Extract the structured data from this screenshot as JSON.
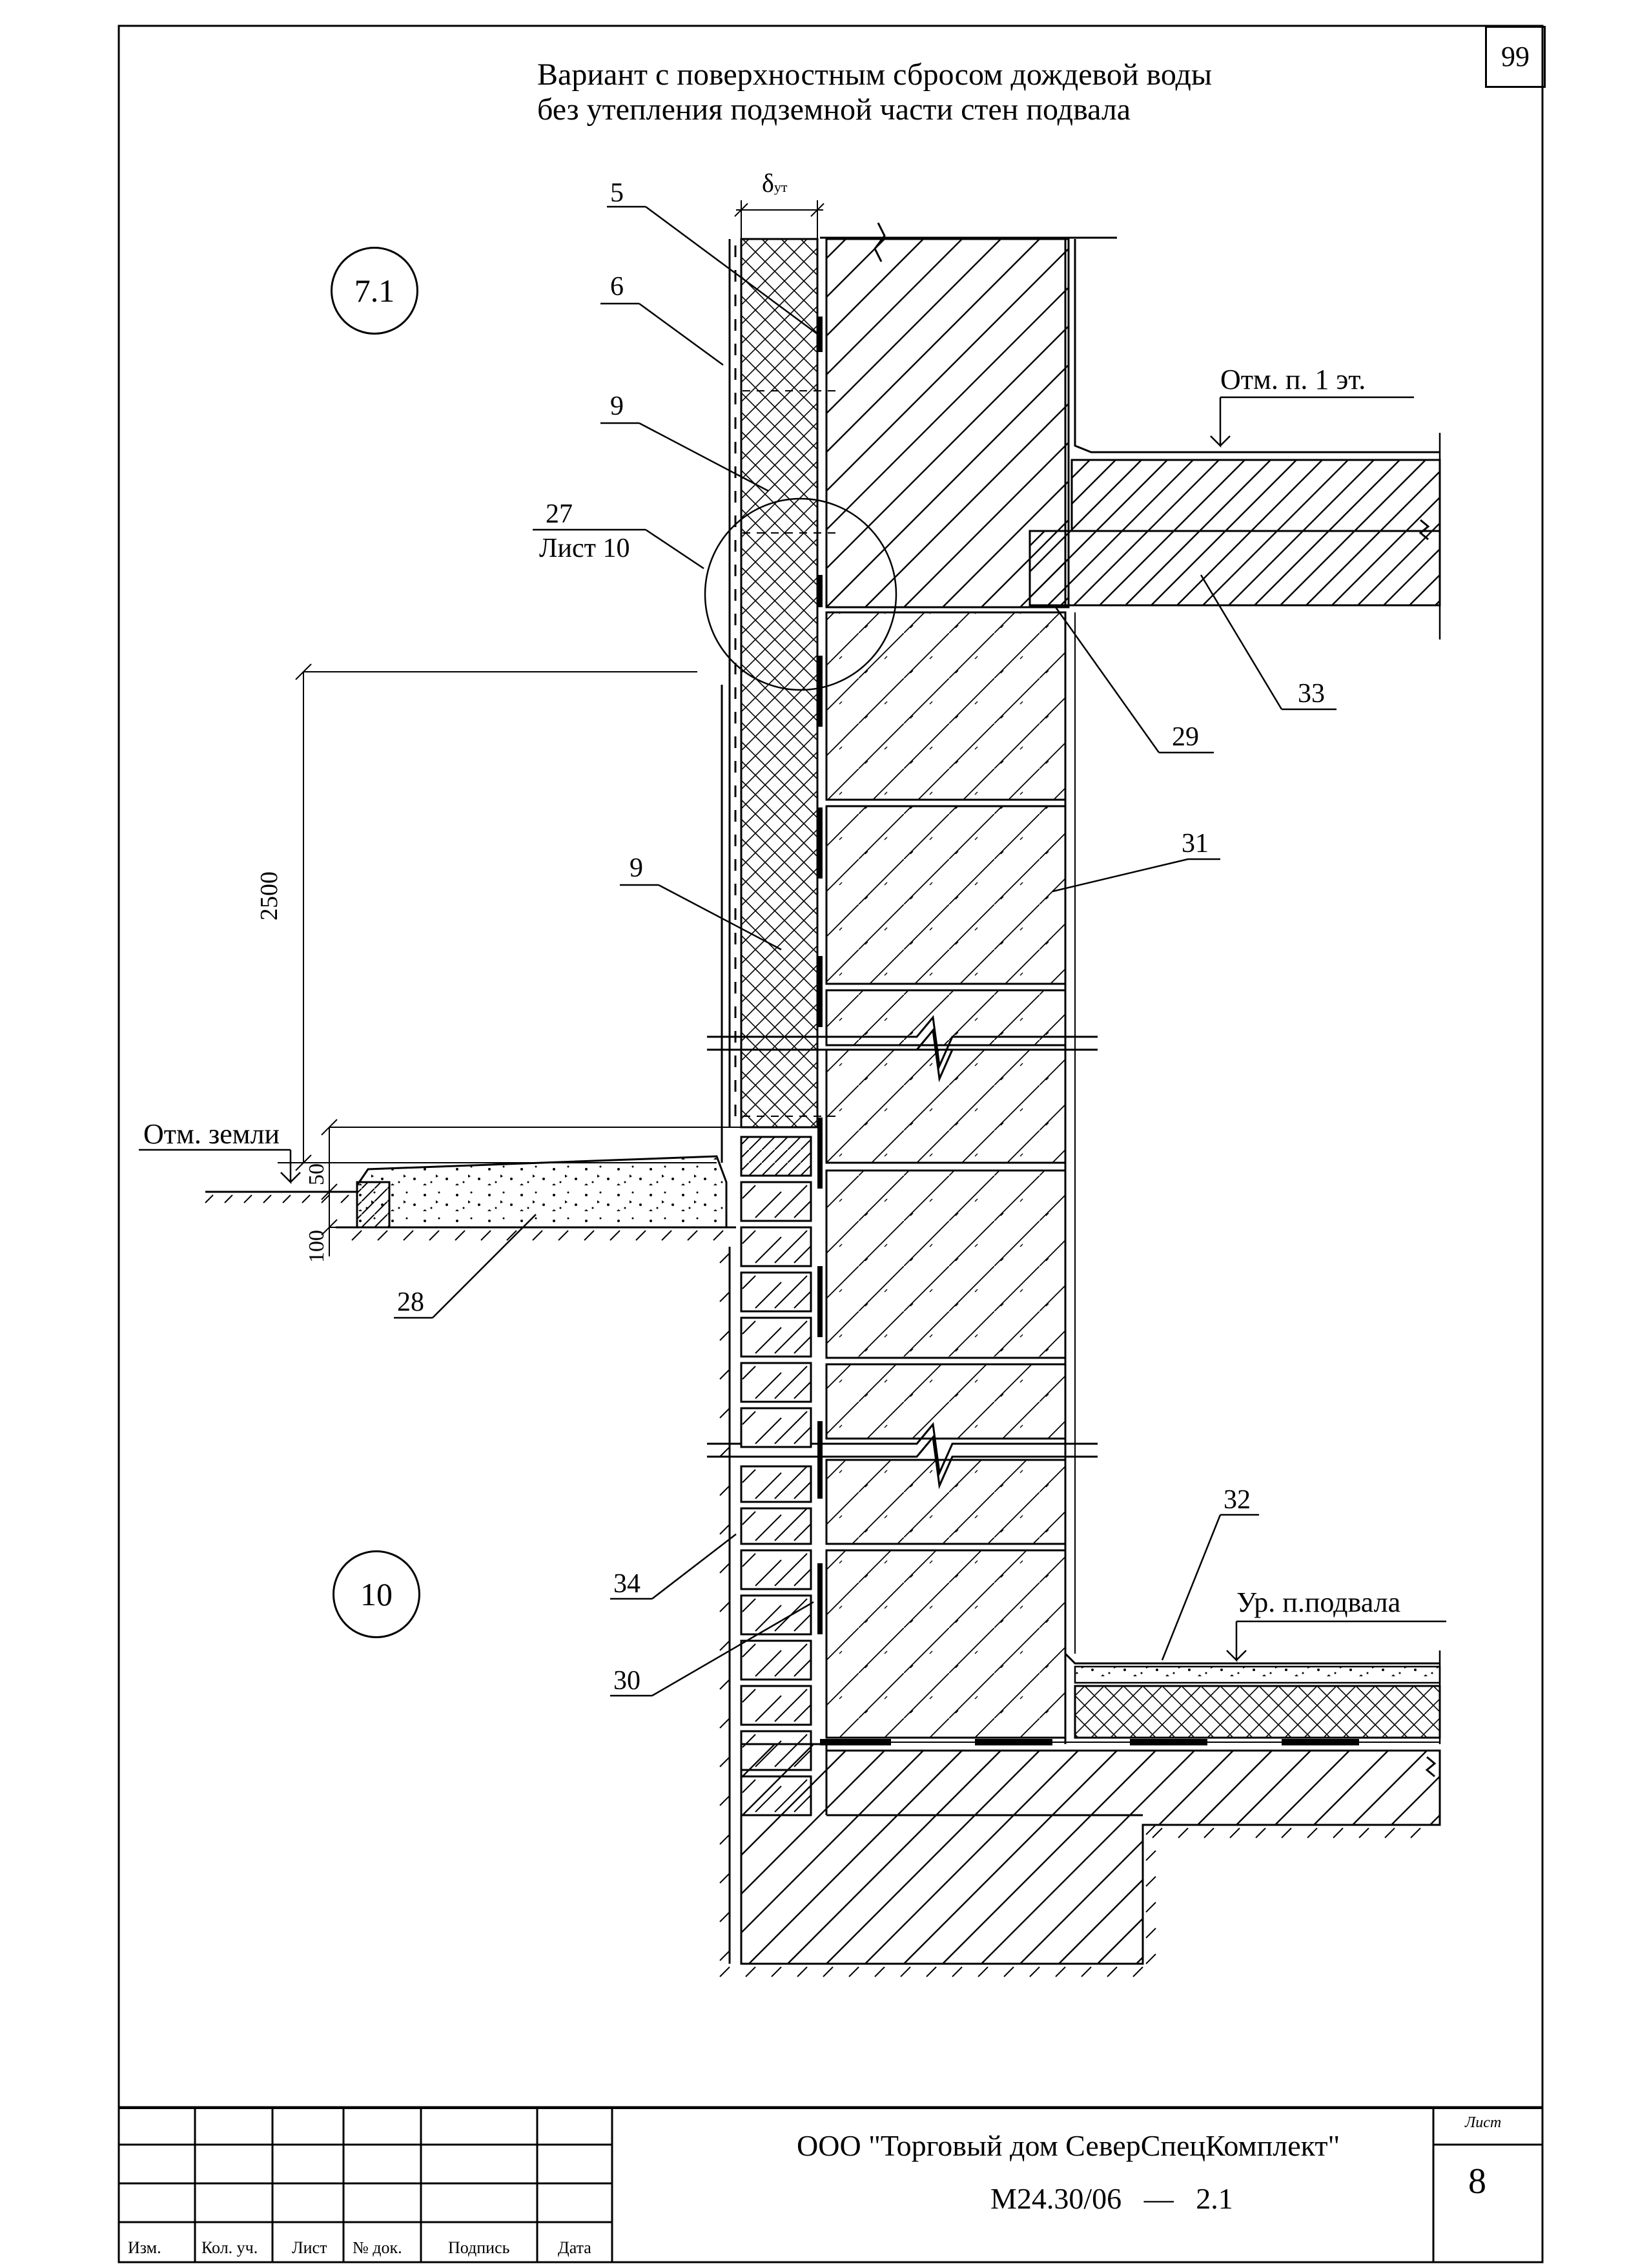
{
  "page_number": "99",
  "title": {
    "line1": "Вариант с поверхностным сбросом дождевой воды",
    "line2": "без утепления подземной части стен подвала"
  },
  "detail_markers": {
    "top": "7.1",
    "bottom": "10"
  },
  "callouts": {
    "c5": "5",
    "c6": "6",
    "c9a": "9",
    "c27": "27",
    "c27_ref": "Лист 10",
    "c33": "33",
    "c29": "29",
    "c31": "31",
    "c9b": "9",
    "c28": "28",
    "c32": "32",
    "c34": "34",
    "c30": "30",
    "insulation_thickness": "δ",
    "insulation_thickness_sub": "ут"
  },
  "levels": {
    "floor1": "Отм. п. 1 эт.",
    "ground": "Отм. земли",
    "basement": "Ур. п.подвала"
  },
  "dimensions": {
    "height": "2500",
    "d50": "50",
    "d100": "100"
  },
  "title_block": {
    "columns": [
      "Изм.",
      "Кол. уч.",
      "Лист",
      "№ док.",
      "Подпись",
      "Дата"
    ],
    "organization": "ООО \"Торговый дом СеверСпецКомплект\"",
    "code": "М24.30/06",
    "code_sep": "—",
    "code_num": "2.1",
    "sheet_label": "Лист",
    "sheet_value": "8"
  }
}
